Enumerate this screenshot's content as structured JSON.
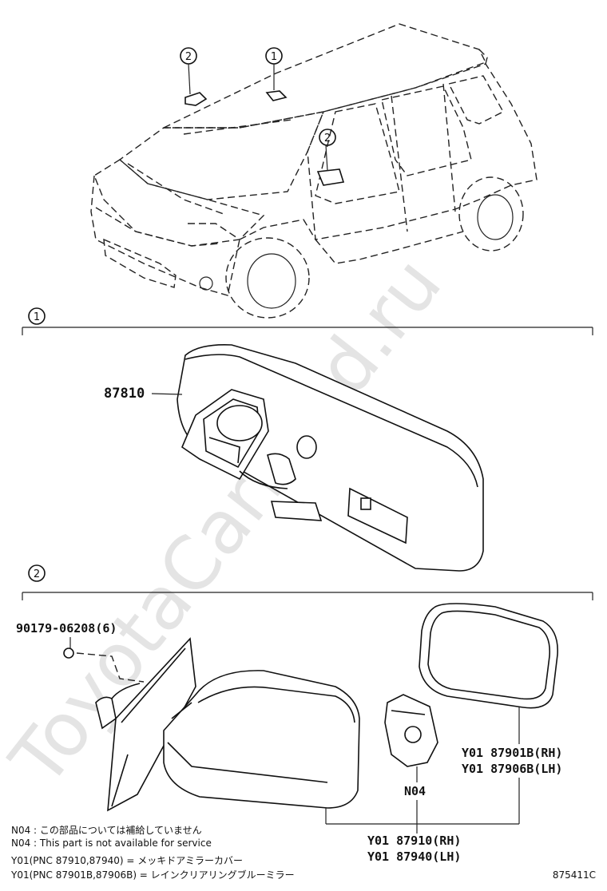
{
  "watermark": "ToyotaCarMind.ru",
  "callouts": {
    "one": "1",
    "two": "2"
  },
  "sections": [
    {
      "number": "1"
    },
    {
      "number": "2"
    }
  ],
  "parts": {
    "inner_mirror": "87810",
    "screw": "90179-06208(6)",
    "mirror_rh": "Y01 87901B(RH)",
    "mirror_lh": "Y01 87906B(LH)",
    "not_available": "N04",
    "cover_rh": "Y01 87910(RH)",
    "cover_lh": "Y01 87940(LH)"
  },
  "notes": [
    "N04 : この部品については補給していません",
    "N04 : This part is not available for service",
    "Y01(PNC 87910,87940) = メッキドアミラーカバー",
    "Y01(PNC 87901B,87906B) = レインクリアリングブルーミラー"
  ],
  "illustration_id": "875411C"
}
